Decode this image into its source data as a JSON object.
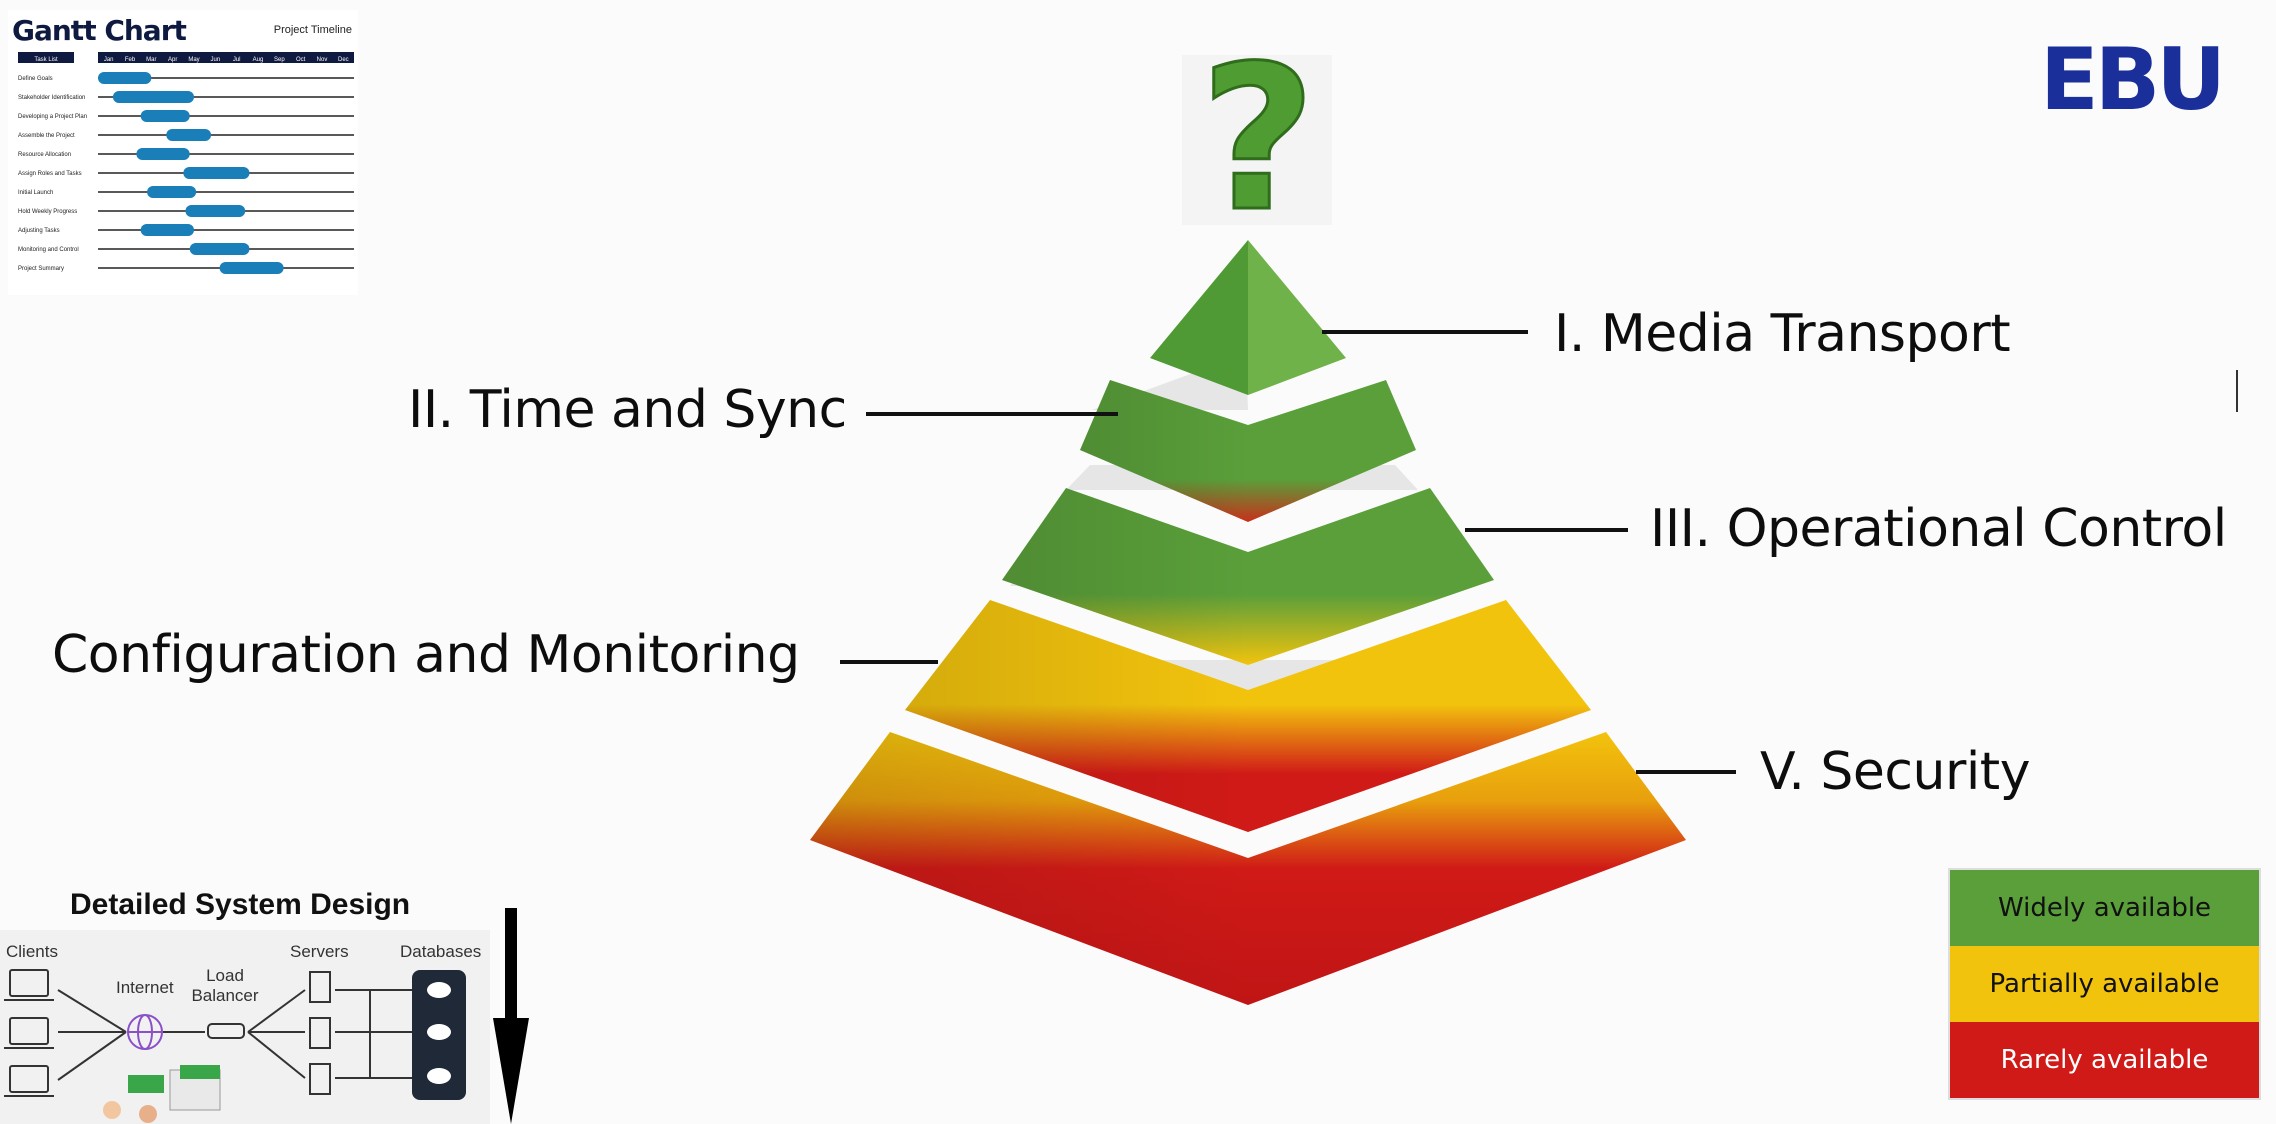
{
  "gantt": {
    "title": "Gantt Chart",
    "subtitle": "Project Timeline",
    "task_header": "Task List",
    "months": [
      "Jan",
      "Feb",
      "Mar",
      "Apr",
      "May",
      "Jun",
      "Jul",
      "Aug",
      "Sep",
      "Oct",
      "Nov",
      "Dec"
    ],
    "tasks": [
      {
        "name": "Define Goals",
        "start": 0,
        "end": 2.5
      },
      {
        "name": "Stakeholder Identification",
        "start": 0.7,
        "end": 4.5
      },
      {
        "name": "Developing a Project Plan",
        "start": 2,
        "end": 4.3
      },
      {
        "name": "Assemble the Project",
        "start": 3.2,
        "end": 5.3
      },
      {
        "name": "Resource Allocation",
        "start": 1.8,
        "end": 4.3
      },
      {
        "name": "Assign Roles and Tasks",
        "start": 4,
        "end": 7.1
      },
      {
        "name": "Initial Launch",
        "start": 2.3,
        "end": 4.6
      },
      {
        "name": "Hold Weekly Progress",
        "start": 4.1,
        "end": 6.9
      },
      {
        "name": "Adjusting Tasks",
        "start": 2,
        "end": 4.5
      },
      {
        "name": "Monitoring and Control",
        "start": 4.3,
        "end": 7.1
      },
      {
        "name": "Project Summary",
        "start": 5.7,
        "end": 8.7
      }
    ],
    "bar_color": "#1a7fb8"
  },
  "logo": {
    "text": "EBU",
    "color": "#1b2f9a"
  },
  "top_icon": "question-mark-icon",
  "pyramid": {
    "layers": [
      {
        "label": "I. Media Transport"
      },
      {
        "label": "II. Time and Sync"
      },
      {
        "label": "III. Operational Control"
      },
      {
        "label": "Configuration and Monitoring"
      },
      {
        "label": "V. Security"
      }
    ]
  },
  "legend": [
    {
      "label": "Widely available",
      "color": "#5a9f3a"
    },
    {
      "label": "Partially available",
      "color": "#f2c30d"
    },
    {
      "label": "Rarely available",
      "color": "#d01a17"
    }
  ],
  "system_design": {
    "title": "Detailed System Design",
    "columns": [
      "Clients",
      "Internet",
      "Load Balancer",
      "Servers",
      "Databases"
    ]
  }
}
